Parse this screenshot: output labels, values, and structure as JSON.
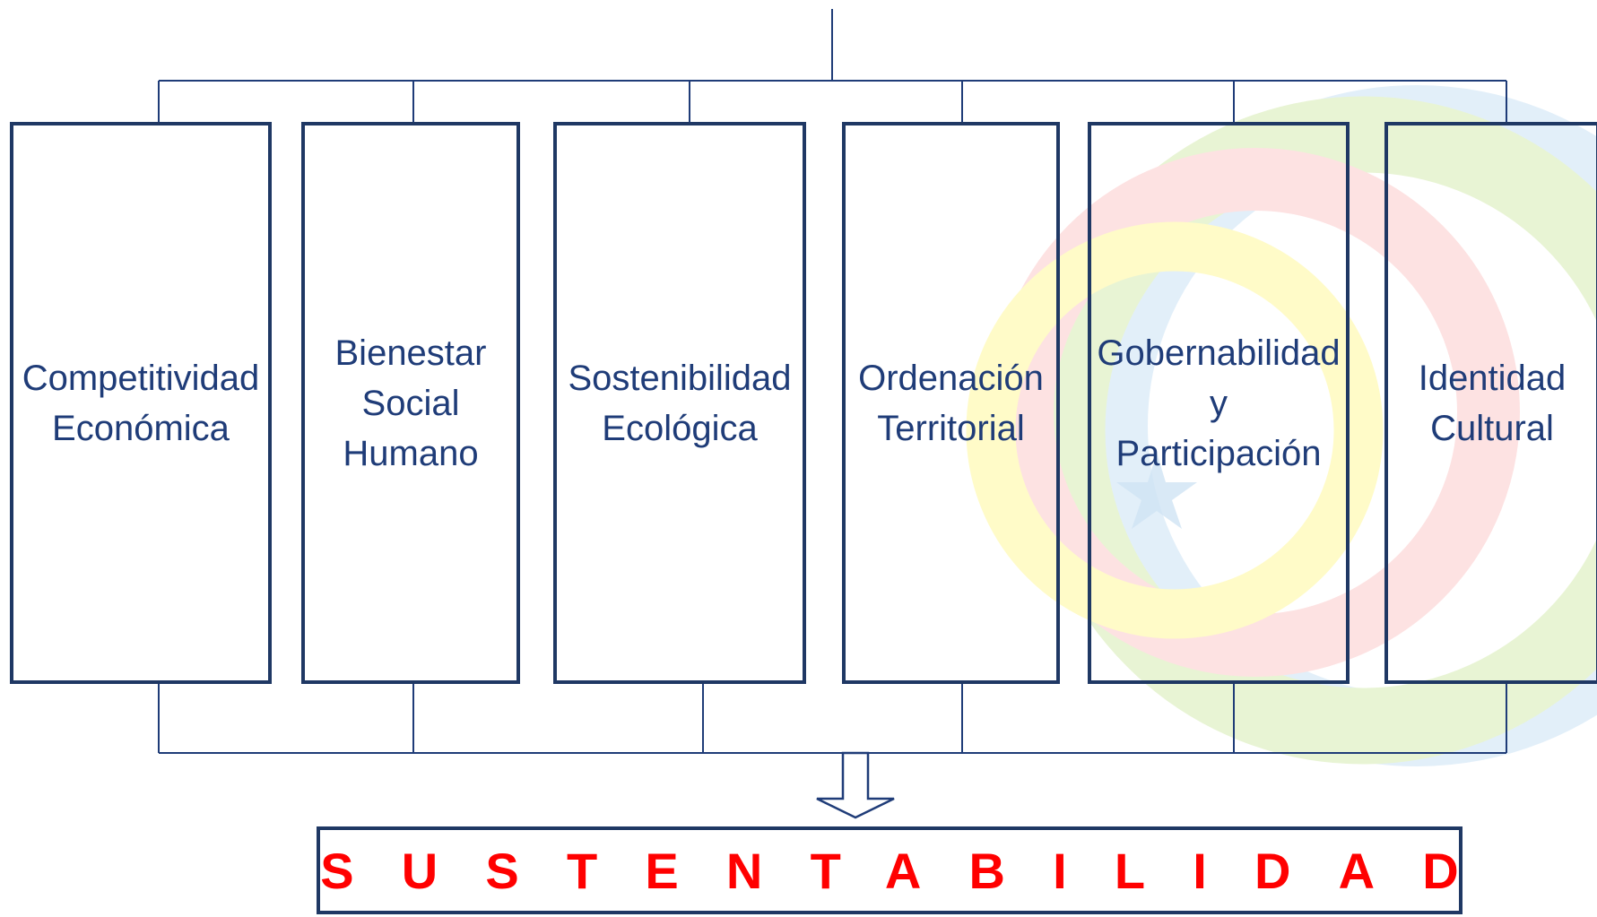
{
  "pillars": [
    {
      "label": "Competitividad\nEconómica"
    },
    {
      "label": "Bienestar\nSocial\nHumano"
    },
    {
      "label": "Sostenibilidad\nEcológica"
    },
    {
      "label": "Ordenación\nTerritorial"
    },
    {
      "label": "Gobernabilidad\ny\nParticipación"
    },
    {
      "label": "Identidad\nCultural"
    }
  ],
  "result": {
    "label": "SUSTENTABILIDAD"
  },
  "colors": {
    "box_border": "#1f3864",
    "connector": "#1f3c78",
    "pillar_text": "#1f3c78",
    "result_text": "#ff0000",
    "watermark_yellow": "#fffbc8",
    "watermark_red": "#fde2e2",
    "watermark_green": "#e8f4d4",
    "watermark_blue": "#e2eff9"
  },
  "icons": {
    "watermark": "concentric-rings-logo-icon",
    "arrow": "down-arrow-icon"
  }
}
